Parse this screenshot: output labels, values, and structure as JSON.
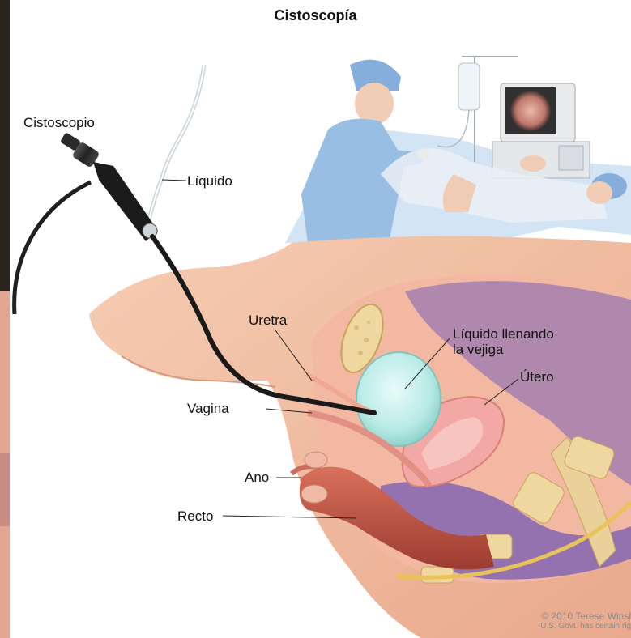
{
  "title": "Cistoscopía",
  "labels": {
    "cystoscope": "Cistoscopio",
    "fluid": "Líquido",
    "urethra": "Uretra",
    "fluid_filling_1": "Líquido llenando",
    "fluid_filling_2": "la vejiga",
    "uterus": "Útero",
    "vagina": "Vagina",
    "anus": "Ano",
    "rectum": "Recto"
  },
  "credit": {
    "line1": "© 2010 Terese Winsl",
    "line2": "U.S. Govt. has certain rig"
  }
}
